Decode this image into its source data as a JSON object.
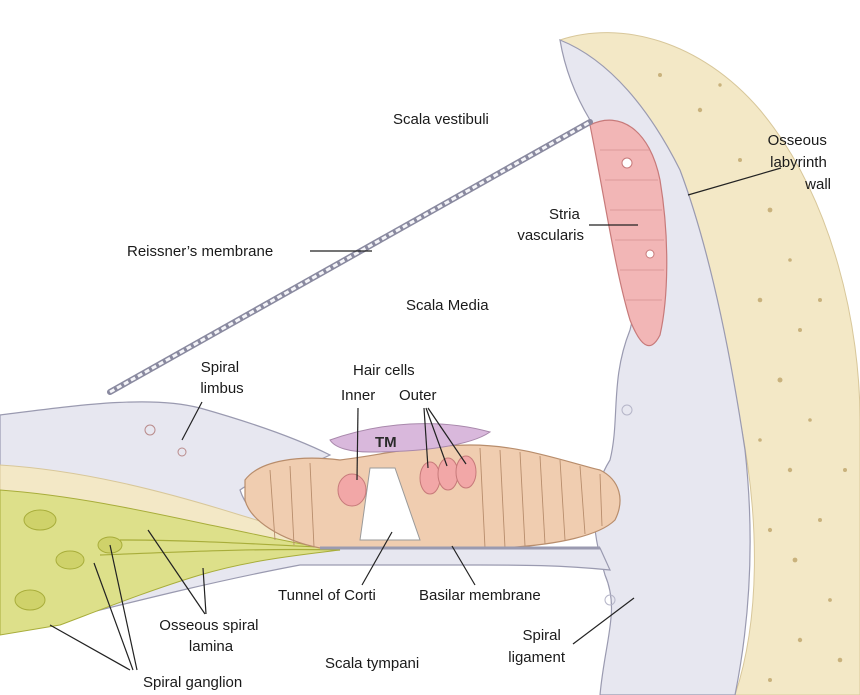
{
  "labels": {
    "scala_vestibuli": "Scala vestibuli",
    "osseous_labyrinth_wall": [
      "Osseous",
      "labyrinth",
      "wall"
    ],
    "stria_vascularis": [
      "Stria",
      "vascularis"
    ],
    "reissners_membrane": "Reissner’s membrane",
    "scala_media": "Scala Media",
    "spiral_limbus": [
      "Spiral",
      "limbus"
    ],
    "hair_cells": "Hair cells",
    "inner": "Inner",
    "outer": "Outer",
    "tm": "TM",
    "tunnel_of_corti": "Tunnel of Corti",
    "basilar_membrane": "Basilar membrane",
    "osseous_spiral_lamina": [
      "Osseous spiral",
      "lamina"
    ],
    "scala_tympani": "Scala tympani",
    "spiral_ligament": [
      "Spiral",
      "ligament"
    ],
    "spiral_ganglion": "Spiral ganglion"
  },
  "colors": {
    "bone": "#f3e8c6",
    "bone_dots": "#c9b27c",
    "tissue": "#e7e7f0",
    "tissue_edge": "#9a9ab0",
    "stria": "#f2b6b6",
    "stria_edge": "#c77a7a",
    "tectorial": "#d9b8dc",
    "organ": "#f0cdb0",
    "organ_edge": "#b88d6c",
    "nerve": "#dde08a",
    "nerve_dark": "#a8ad3a",
    "hair_cell": "#f2a7a7"
  }
}
